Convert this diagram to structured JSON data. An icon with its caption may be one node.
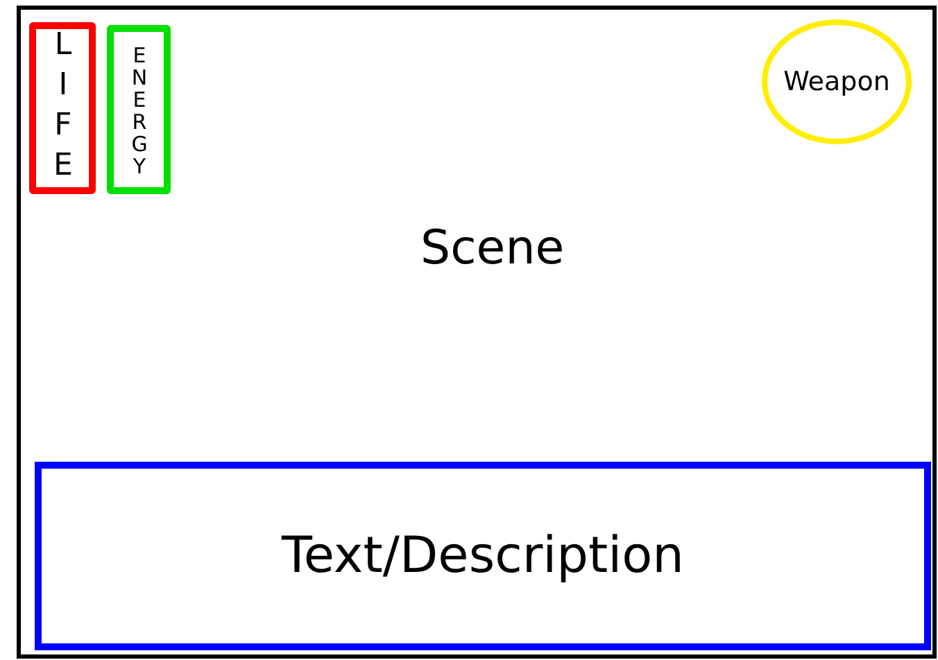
{
  "diagram": {
    "nodes": [
      {
        "text": [
          "Scene"
        ]
      },
      {
        "text": [
          "LIFE"
        ],
        "in": 0
      },
      {
        "text": [
          "ENERGY"
        ],
        "in": 0
      },
      {
        "text": [
          "Weapon"
        ],
        "in": 0
      },
      {
        "text": [
          "Text/Description"
        ],
        "in": 0
      }
    ]
  }
}
